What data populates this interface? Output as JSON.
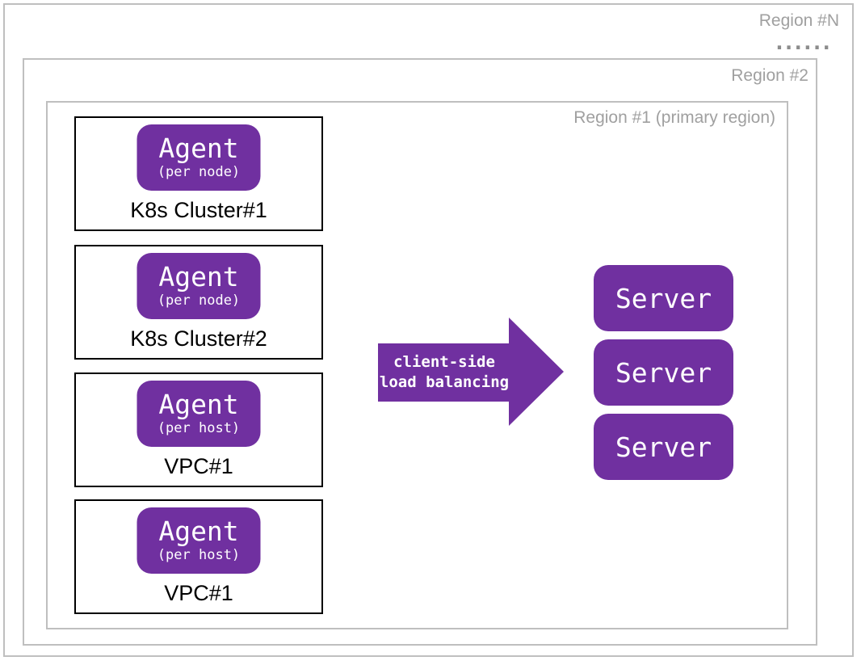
{
  "regions": {
    "region_n_label": "Region #N",
    "dots": "......",
    "region_2_label": "Region #2",
    "region_1_label": "Region #1 (primary region)"
  },
  "clusters": [
    {
      "agent_title": "Agent",
      "agent_subtitle": "(per node)",
      "label": "K8s Cluster#1"
    },
    {
      "agent_title": "Agent",
      "agent_subtitle": "(per node)",
      "label": "K8s Cluster#2"
    },
    {
      "agent_title": "Agent",
      "agent_subtitle": "(per host)",
      "label": "VPC#1"
    },
    {
      "agent_title": "Agent",
      "agent_subtitle": "(per host)",
      "label": "VPC#1"
    }
  ],
  "arrow": {
    "line1": "client-side",
    "line2": "load balancing"
  },
  "servers": [
    {
      "label": "Server"
    },
    {
      "label": "Server"
    },
    {
      "label": "Server"
    }
  ],
  "colors": {
    "purple": "#7030a0",
    "region_border_gray": "#bfbfbf",
    "region_text_gray": "#a0a0a0",
    "box_border_black": "#000000",
    "text_white": "#ffffff"
  }
}
